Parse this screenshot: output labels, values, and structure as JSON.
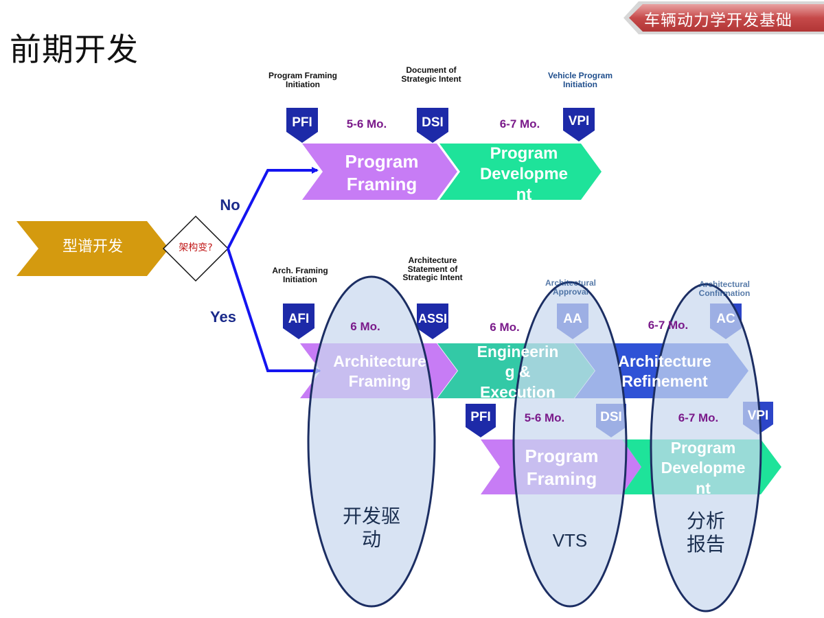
{
  "header": {
    "section_tag": "车辆动力学开发基础",
    "title": "前期开发"
  },
  "start": {
    "label": "型谱开发"
  },
  "decision": {
    "label": "架构变?"
  },
  "branches": {
    "no": "No",
    "yes": "Yes"
  },
  "top_track": {
    "milestones": [
      {
        "code": "PFI",
        "label": "Program Framing Initiation"
      },
      {
        "code": "DSI",
        "label": "Document of Strategic Intent"
      },
      {
        "code": "VPI",
        "label": "Vehicle Program Initiation"
      }
    ],
    "durations": [
      "5-6 Mo.",
      "6-7 Mo."
    ],
    "phases": [
      {
        "line1": "Program",
        "line2": "Framing",
        "line3": ""
      },
      {
        "line1": "Program",
        "line2": "Developme",
        "line3": "nt"
      }
    ]
  },
  "bottom_track": {
    "milestones": [
      {
        "code": "AFI",
        "label": "Arch. Framing Initiation"
      },
      {
        "code": "ASSI",
        "label": "Architecture Statement of Strategic Intent"
      },
      {
        "code": "AA",
        "label": "Architectural Approval"
      },
      {
        "code": "AC",
        "label": "Architectural Confirmation"
      }
    ],
    "durations": [
      "6 Mo.",
      "6 Mo.",
      "6-7 Mo."
    ],
    "phases": [
      {
        "line1": "Architecture",
        "line2": "Framing",
        "line3": ""
      },
      {
        "line1": "Engineerin",
        "line2": "g &",
        "line3": "Execution"
      },
      {
        "line1": "Architecture",
        "line2": "Refinement",
        "line3": ""
      }
    ]
  },
  "sub_track": {
    "milestones": [
      {
        "code": "PFI"
      },
      {
        "code": "DSI"
      },
      {
        "code": "VPI"
      }
    ],
    "durations": [
      "5-6 Mo.",
      "6-7 Mo."
    ],
    "phases": [
      {
        "line1": "Program",
        "line2": "Framing",
        "line3": ""
      },
      {
        "line1": "Program",
        "line2": "Developme",
        "line3": "nt"
      }
    ]
  },
  "ellipses": [
    {
      "line1": "开发驱",
      "line2": "动"
    },
    {
      "line1": "VTS",
      "line2": ""
    },
    {
      "line1": "分析",
      "line2": "报告"
    }
  ],
  "colors": {
    "purple": "#c77cf5",
    "green": "#1ee39a",
    "teal": "#33c9a6",
    "blue": "#2f52d6",
    "gold": "#d49a0f",
    "navy_flag": "#1d2aa8",
    "arrow_blue": "#1414f0",
    "ellipse_fill": "#c9d8ee",
    "ellipse_stroke": "#1c2e63"
  }
}
